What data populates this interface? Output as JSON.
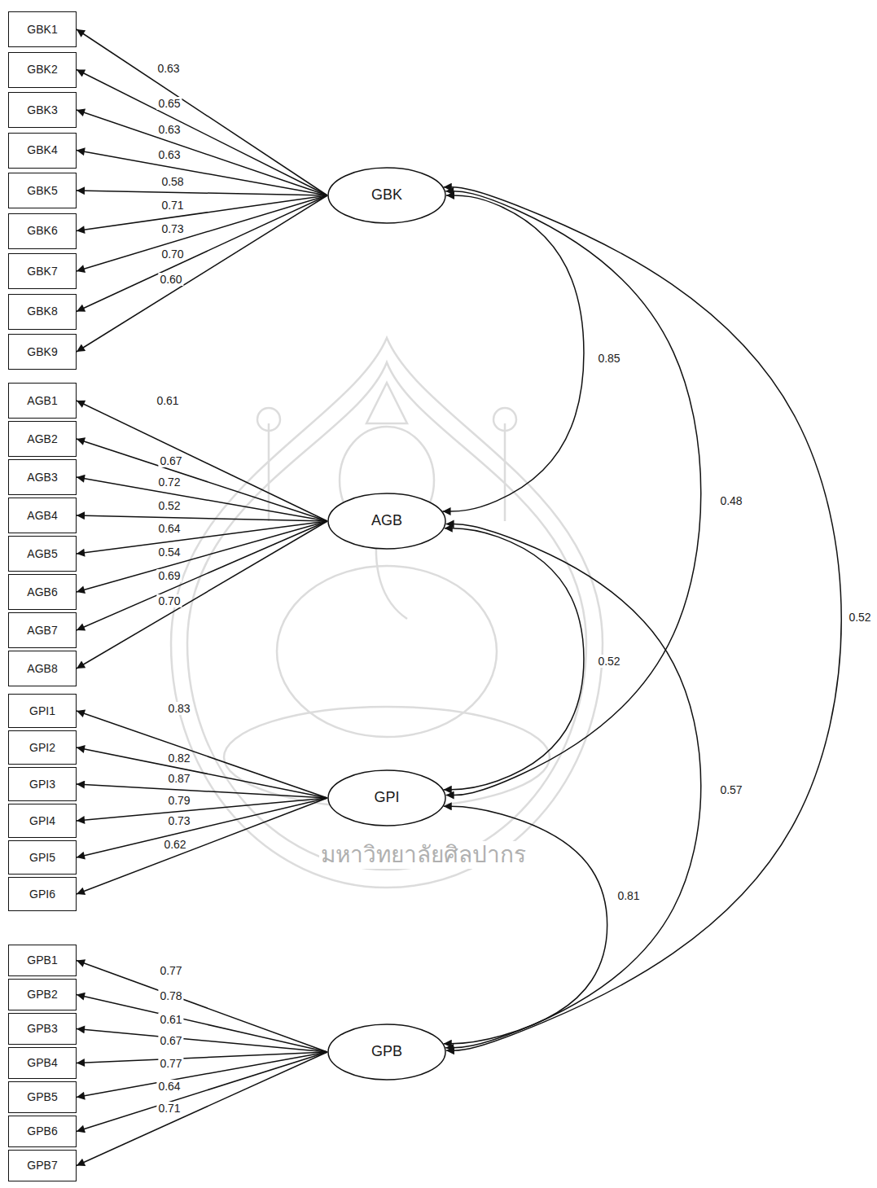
{
  "diagram": {
    "nodes": [
      {
        "text": [
          "GBK1"
        ]
      },
      {
        "text": [
          "GBK2"
        ]
      },
      {
        "text": [
          "GBK3"
        ]
      },
      {
        "text": [
          "GBK4"
        ]
      },
      {
        "text": [
          "GBK5"
        ]
      },
      {
        "text": [
          "GBK6"
        ]
      },
      {
        "text": [
          "GBK7"
        ]
      },
      {
        "text": [
          "GBK8"
        ]
      },
      {
        "text": [
          "GBK9"
        ]
      },
      {
        "text": [
          "GBK"
        ]
      },
      {
        "text": [
          "AGB1"
        ]
      },
      {
        "text": [
          "AGB2"
        ]
      },
      {
        "text": [
          "AGB3"
        ]
      },
      {
        "text": [
          "AGB4"
        ]
      },
      {
        "text": [
          "AGB5"
        ]
      },
      {
        "text": [
          "AGB6"
        ]
      },
      {
        "text": [
          "AGB7"
        ]
      },
      {
        "text": [
          "AGB8"
        ]
      },
      {
        "text": [
          "AGB"
        ]
      },
      {
        "text": [
          "GPI1"
        ]
      },
      {
        "text": [
          "GPI2"
        ]
      },
      {
        "text": [
          "GPI3"
        ]
      },
      {
        "text": [
          "GPI4"
        ]
      },
      {
        "text": [
          "GPI5"
        ]
      },
      {
        "text": [
          "GPI6"
        ]
      },
      {
        "text": [
          "GPI"
        ]
      },
      {
        "text": [
          "GPB1"
        ]
      },
      {
        "text": [
          "GPB2"
        ]
      },
      {
        "text": [
          "GPB3"
        ]
      },
      {
        "text": [
          "GPB4"
        ]
      },
      {
        "text": [
          "GPB5"
        ]
      },
      {
        "text": [
          "GPB6"
        ]
      },
      {
        "text": [
          "GPB7"
        ]
      },
      {
        "text": [
          "GPB"
        ]
      }
    ],
    "edges": [
      {
        "from": 9,
        "to": 0,
        "arrow": "to",
        "label": "0.63"
      },
      {
        "from": 9,
        "to": 1,
        "arrow": "to",
        "label": "0.65"
      },
      {
        "from": 9,
        "to": 2,
        "arrow": "to",
        "label": "0.63"
      },
      {
        "from": 9,
        "to": 3,
        "arrow": "to",
        "label": "0.63"
      },
      {
        "from": 9,
        "to": 4,
        "arrow": "to",
        "label": "0.58"
      },
      {
        "from": 9,
        "to": 5,
        "arrow": "to",
        "label": "0.71"
      },
      {
        "from": 9,
        "to": 6,
        "arrow": "to",
        "label": "0.73"
      },
      {
        "from": 9,
        "to": 7,
        "arrow": "to",
        "label": "0.70"
      },
      {
        "from": 9,
        "to": 8,
        "arrow": "to",
        "label": "0.60"
      },
      {
        "from": 18,
        "to": 10,
        "arrow": "to",
        "label": "0.61"
      },
      {
        "from": 18,
        "to": 11,
        "arrow": "to",
        "label": "0.67"
      },
      {
        "from": 18,
        "to": 12,
        "arrow": "to",
        "label": "0.72"
      },
      {
        "from": 18,
        "to": 13,
        "arrow": "to",
        "label": "0.52"
      },
      {
        "from": 18,
        "to": 14,
        "arrow": "to",
        "label": "0.64"
      },
      {
        "from": 18,
        "to": 15,
        "arrow": "to",
        "label": "0.54"
      },
      {
        "from": 18,
        "to": 16,
        "arrow": "to",
        "label": "0.69"
      },
      {
        "from": 18,
        "to": 17,
        "arrow": "to",
        "label": "0.70"
      },
      {
        "from": 25,
        "to": 19,
        "arrow": "to",
        "label": "0.83"
      },
      {
        "from": 25,
        "to": 20,
        "arrow": "to",
        "label": "0.82"
      },
      {
        "from": 25,
        "to": 21,
        "arrow": "to",
        "label": "0.87"
      },
      {
        "from": 25,
        "to": 22,
        "arrow": "to",
        "label": "0.79"
      },
      {
        "from": 25,
        "to": 23,
        "arrow": "to",
        "label": "0.73"
      },
      {
        "from": 25,
        "to": 24,
        "arrow": "to",
        "label": "0.62"
      },
      {
        "from": 33,
        "to": 26,
        "arrow": "to",
        "label": "0.77"
      },
      {
        "from": 33,
        "to": 27,
        "arrow": "to",
        "label": "0.78"
      },
      {
        "from": 33,
        "to": 28,
        "arrow": "to",
        "label": "0.61"
      },
      {
        "from": 33,
        "to": 29,
        "arrow": "to",
        "label": "0.67"
      },
      {
        "from": 33,
        "to": 30,
        "arrow": "to",
        "label": "0.77"
      },
      {
        "from": 33,
        "to": 31,
        "arrow": "to",
        "label": "0.64"
      },
      {
        "from": 33,
        "to": 32,
        "arrow": "to",
        "label": "0.71"
      },
      {
        "from": 9,
        "to": 18,
        "arrow": "both",
        "label": "0.85"
      },
      {
        "from": 9,
        "to": 25,
        "arrow": "both",
        "label": "0.48"
      },
      {
        "from": 9,
        "to": 33,
        "arrow": "both",
        "label": "0.52"
      },
      {
        "from": 18,
        "to": 25,
        "arrow": "both",
        "label": "0.52"
      },
      {
        "from": 18,
        "to": 33,
        "arrow": "both",
        "label": "0.57"
      },
      {
        "from": 25,
        "to": 33,
        "arrow": "both",
        "label": "0.81"
      }
    ],
    "labels": [
      "มหาวิทยาลัยศิลปากร"
    ]
  }
}
